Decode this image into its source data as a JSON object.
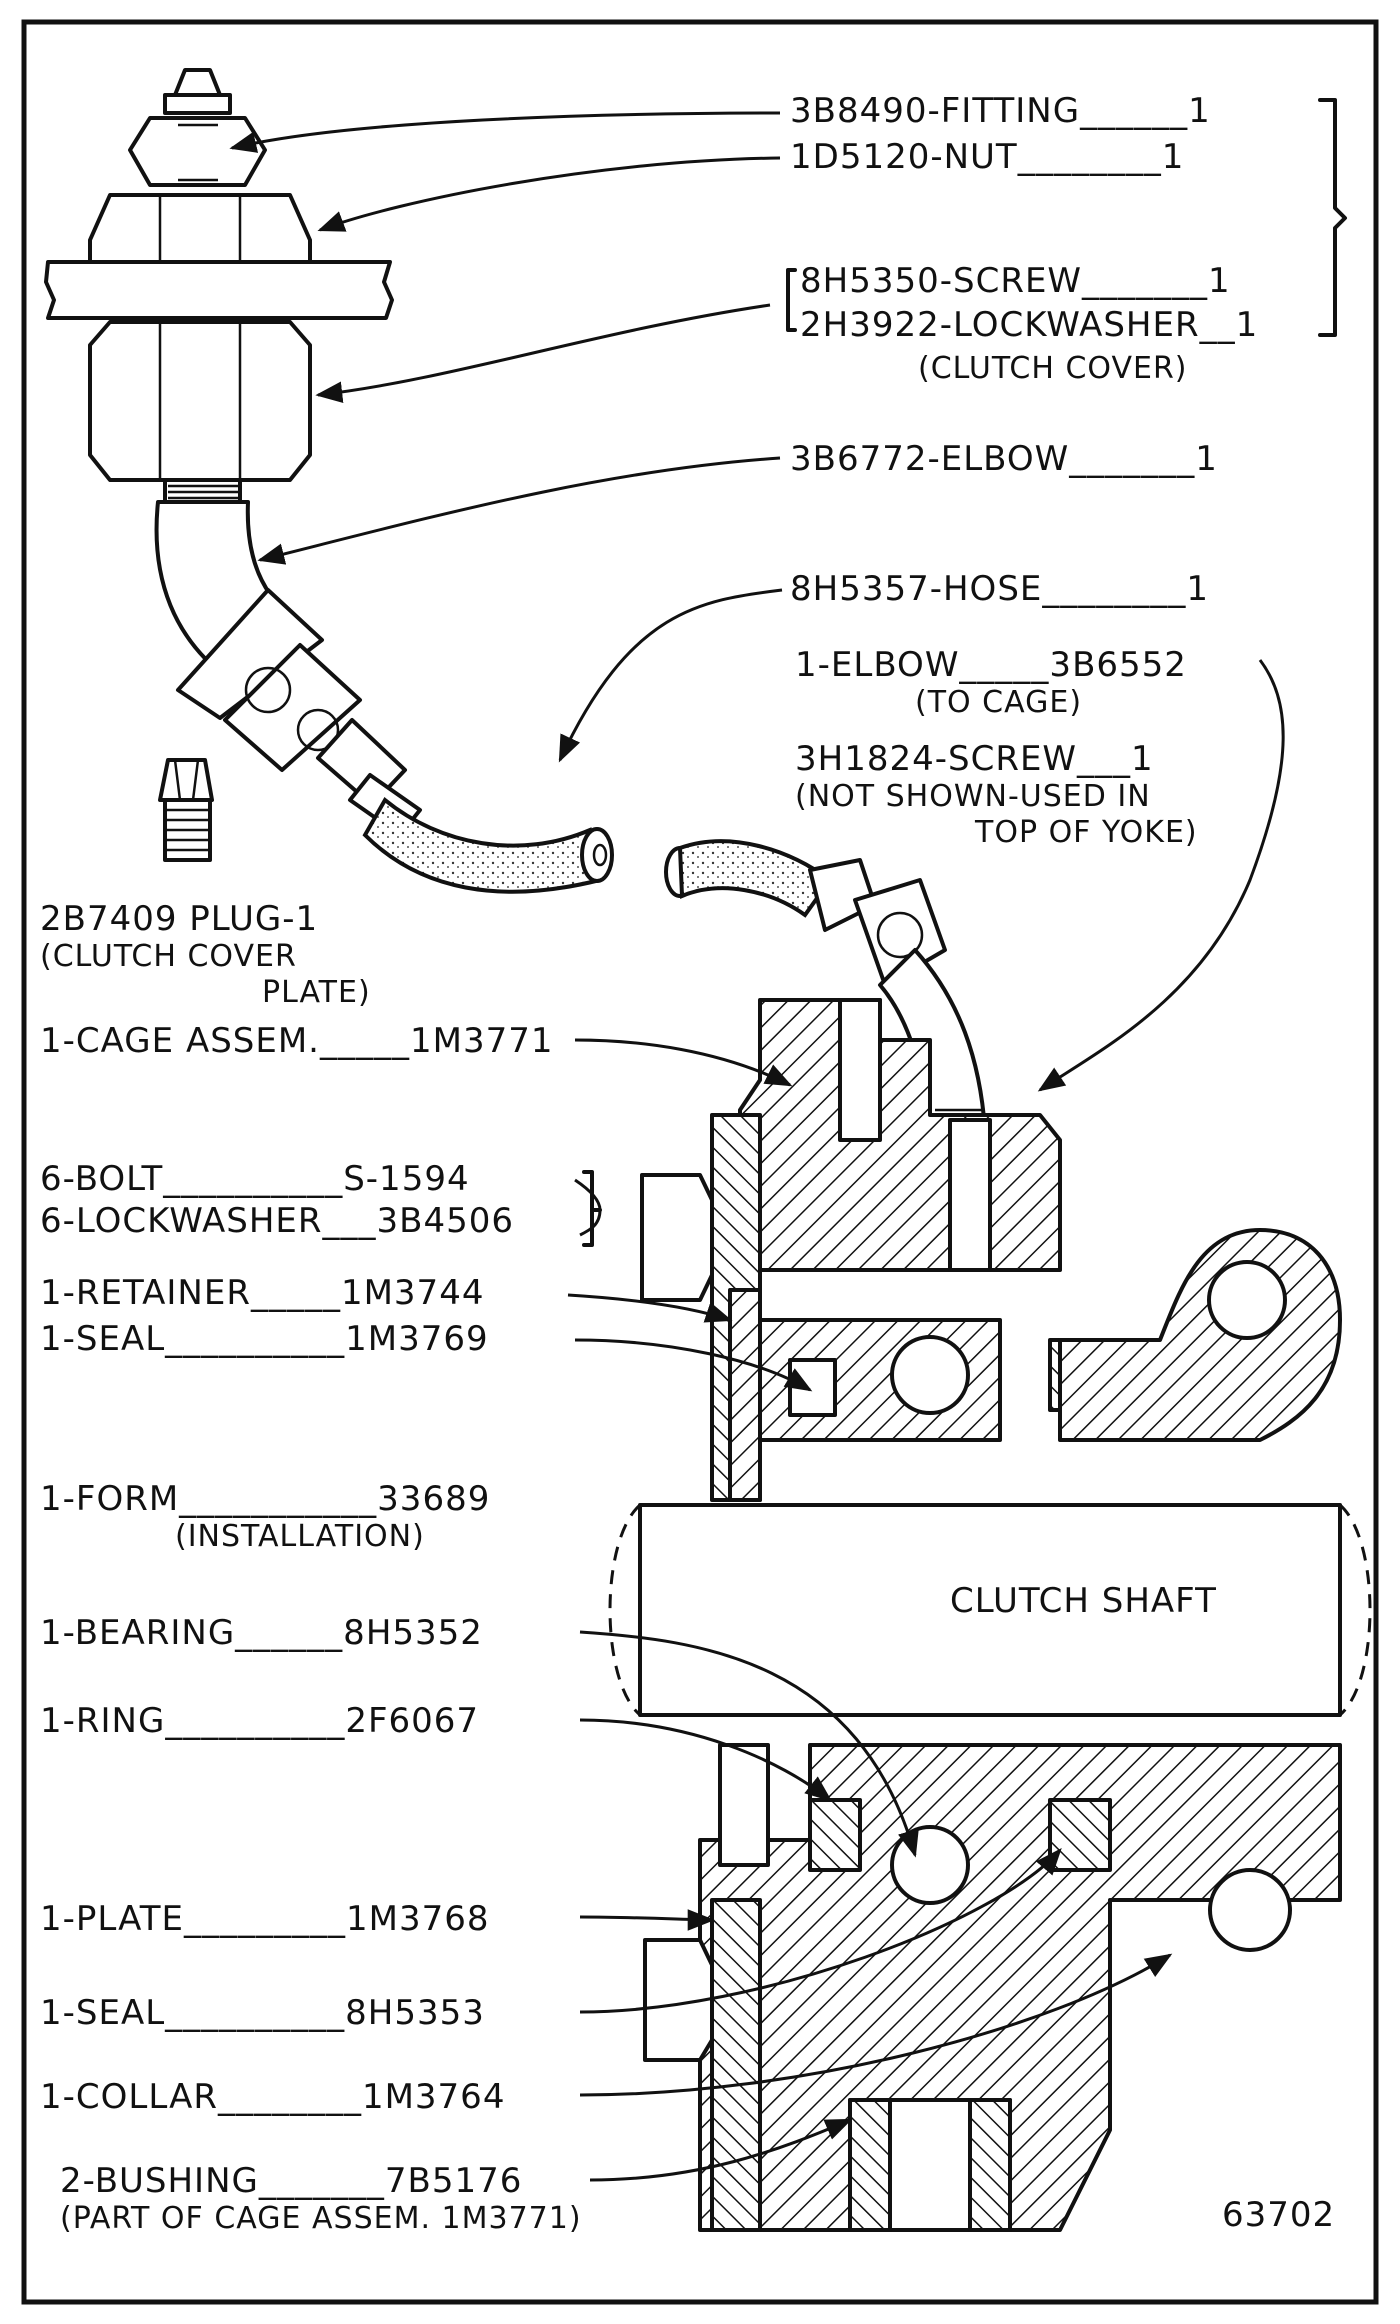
{
  "callouts": {
    "fitting": "3B8490-FITTING______1",
    "nut": "1D5120-NUT________1",
    "screw": "8H5350-SCREW_______1",
    "lockwasher": "2H3922-LOCKWASHER__1",
    "clutch_cover": "(CLUTCH  COVER)",
    "elbow_top": "3B6772-ELBOW_______1",
    "hose": "8H5357-HOSE________1",
    "elbow_cage": "1-ELBOW_____3B6552",
    "to_cage": "(TO  CAGE)",
    "screw_yoke": "3H1824-SCREW___1",
    "not_shown": "(NOT SHOWN-USED IN",
    "top_of_yoke": "TOP OF YOKE)",
    "plug": "2B7409 PLUG-1",
    "plug_note_1": "(CLUTCH COVER",
    "plug_note_2": "PLATE)",
    "cage_assem": "1-CAGE ASSEM._____1M3771",
    "bolt": "6-BOLT__________S-1594",
    "lockwasher_6": "6-LOCKWASHER___3B4506",
    "retainer": "1-RETAINER_____1M3744",
    "seal_top": "1-SEAL__________1M3769",
    "form": "1-FORM___________33689",
    "installation": "(INSTALLATION)",
    "clutch_shaft": "CLUTCH  SHAFT",
    "bearing": "1-BEARING______8H5352",
    "ring": "1-RING__________2F6067",
    "plate": "1-PLATE_________1M3768",
    "seal_bottom": "1-SEAL__________8H5353",
    "collar": "1-COLLAR________1M3764",
    "bushing": "2-BUSHING_______7B5176",
    "bushing_note": "(PART OF CAGE ASSEM. 1M3771)",
    "figure_number": "63702"
  }
}
